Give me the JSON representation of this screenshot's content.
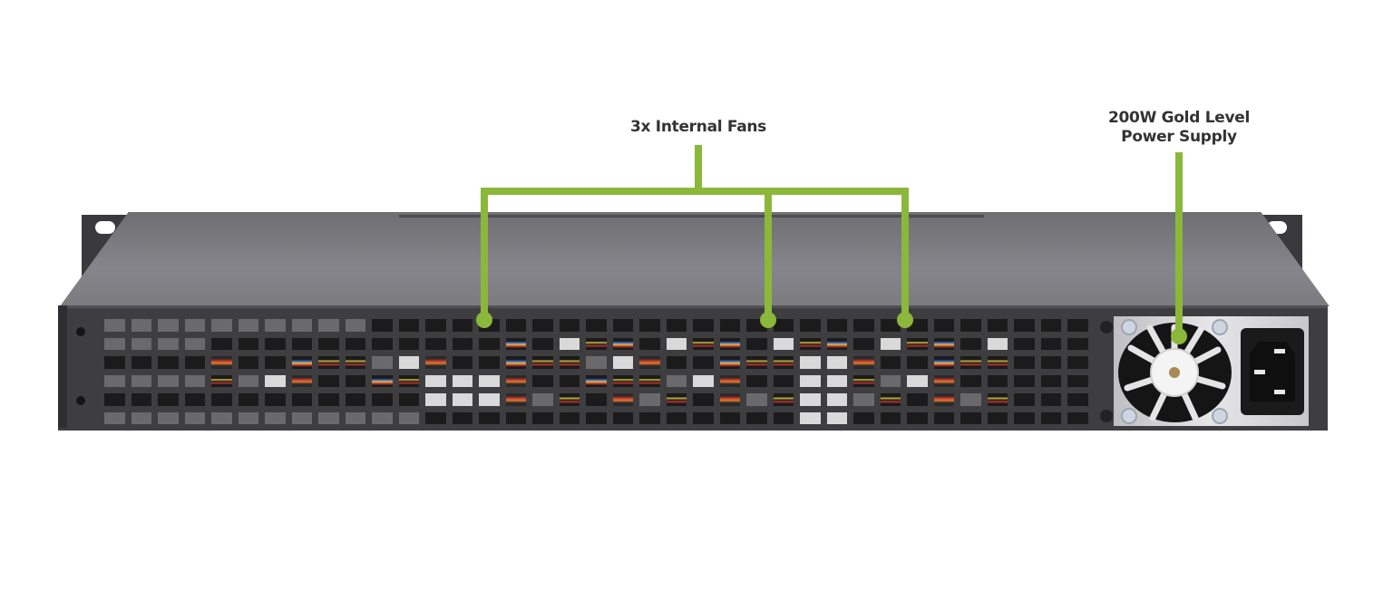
{
  "image": {
    "subject": "1U rackmount server chassis, rear view",
    "background_color": "#ffffff",
    "accent_color": "#8bb83a",
    "label_color": "#333333"
  },
  "callouts": [
    {
      "id": "fans",
      "label": "3x Internal Fans",
      "targets": 3
    },
    {
      "id": "psu",
      "label_line1": "200W Gold Level",
      "label_line2": "Power Supply",
      "targets": 1
    }
  ],
  "components": {
    "rack_ears": 2,
    "vent_grid": {
      "rows": 6,
      "columns": 37
    },
    "psu_fan": "fan-grill-icon",
    "power_inlet": "iec-c14-inlet-icon"
  }
}
